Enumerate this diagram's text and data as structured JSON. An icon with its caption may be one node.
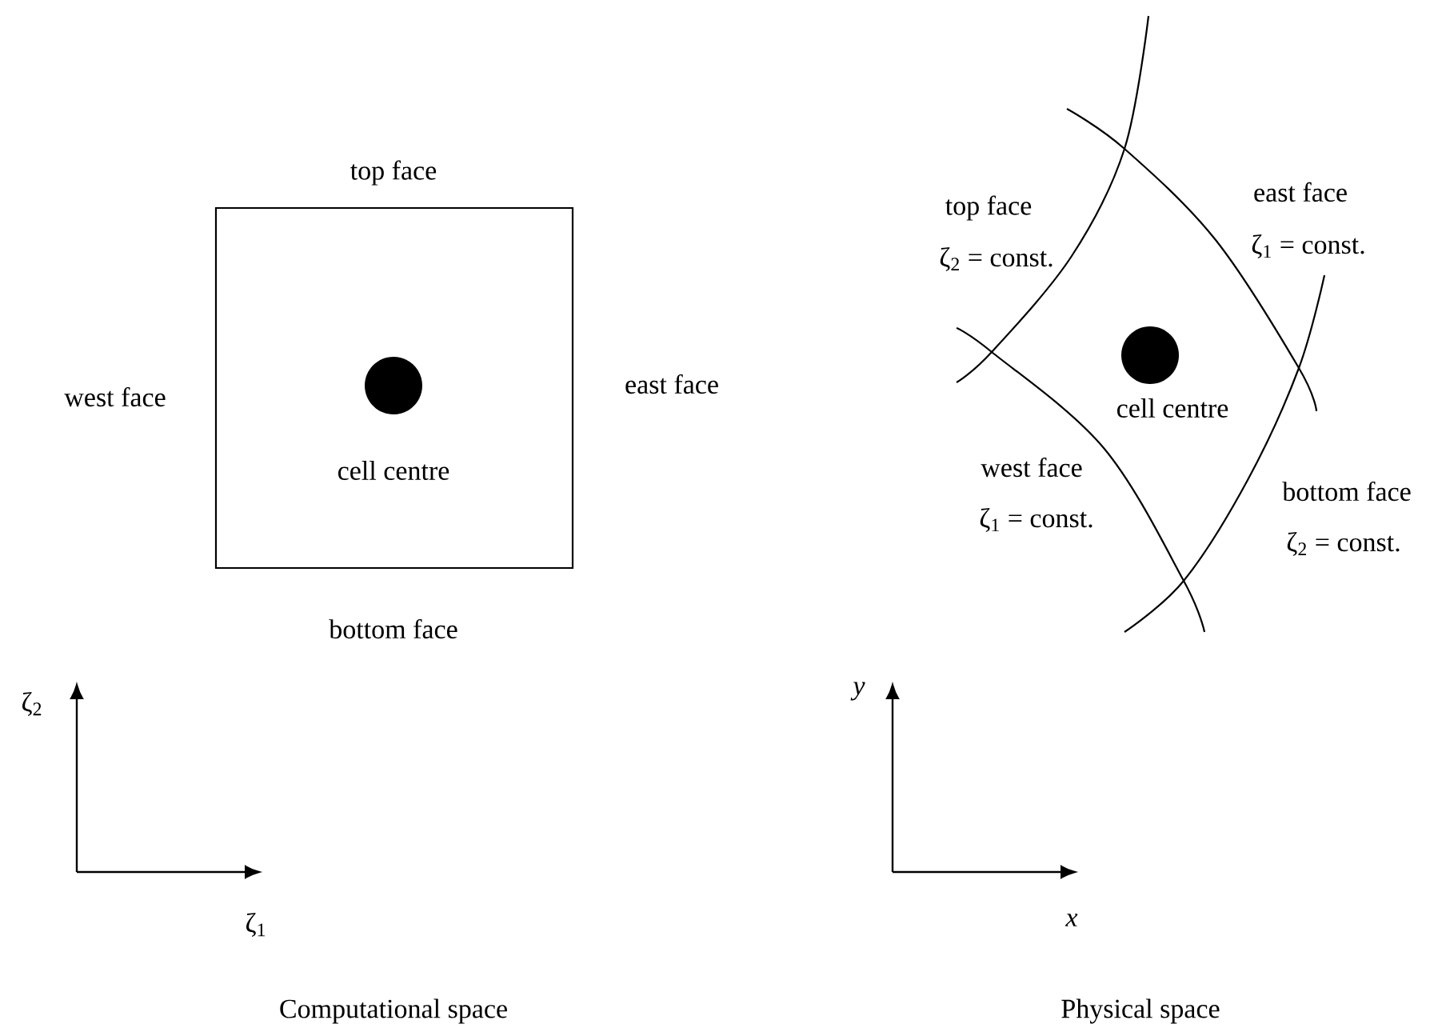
{
  "diagram": {
    "nodes": [
      {
        "text": [
          "cell centre"
        ]
      }
    ],
    "labels": [
      "top face",
      "west face",
      "east face",
      "bottom face",
      "top face",
      "ζ$_{2}$ = const.",
      "east face",
      "ζ$_{1}$ = const.",
      "cell centre",
      "west face",
      "ζ$_{1}$ = const.",
      "bottom face",
      "ζ$_{2}$ = const.",
      "ζ$_{2}$",
      "y",
      "ζ$_{1}$",
      "x",
      "Computational space",
      "Physical space"
    ]
  }
}
